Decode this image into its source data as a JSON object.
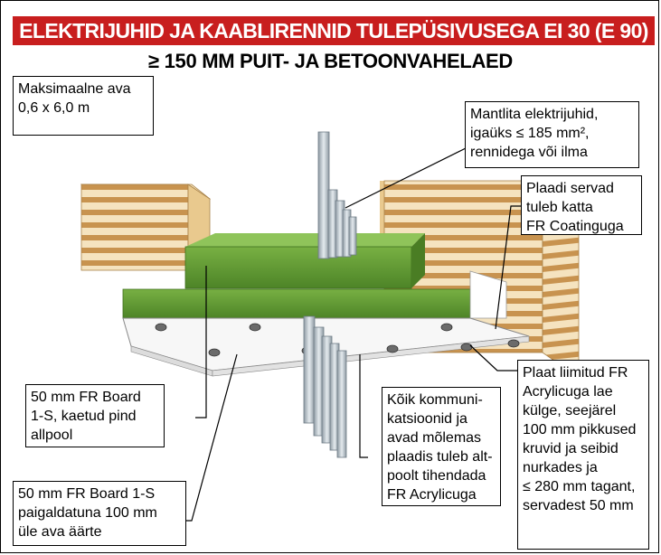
{
  "title": "ELEKTRIJUHID JA KAABLIRENNID TULEPÜSIVUSEGA EI 30 (E 90)",
  "subtitle": "≥ 150 MM PUIT- JA BETOONVAHELAED",
  "labels": {
    "max_opening": "Maksimaalne ava\n0,6 x 6,0 m",
    "cables": "Mantlita elektrijuhid,\nigaüks ≤ 185 mm², \nrennidega või ilma",
    "plate_edges": "Plaadi servad\ntuleb katta\nFR Coatinguga",
    "board_coated": "50 mm FR Board\n1-S, kaetud pind\nallpool",
    "sealing": "Kõik kommuni-\nkatsioonid ja\navad mõlemas\nplaadis tuleb alt-\npoolt tihendada\nFR Acrylicuga",
    "board_install": "50 mm FR Board 1-S\npaigaldatuna 100 mm\nüle ava äärte",
    "plate_fixing": "Plaat liimitud FR\nAcrylicuga lae\nkülge, seejärel\n100 mm pikkused\nkruvid ja seibid\nnurkades ja\n≤ 280 mm tagant,\nservadest 50 mm"
  },
  "colors": {
    "title_bar": "#c81e1e",
    "board_green": "#5f9a32",
    "wood_light": "#f5e3bf",
    "wood_dark": "#c8934f",
    "cable_grey": "#b9c4cc"
  }
}
